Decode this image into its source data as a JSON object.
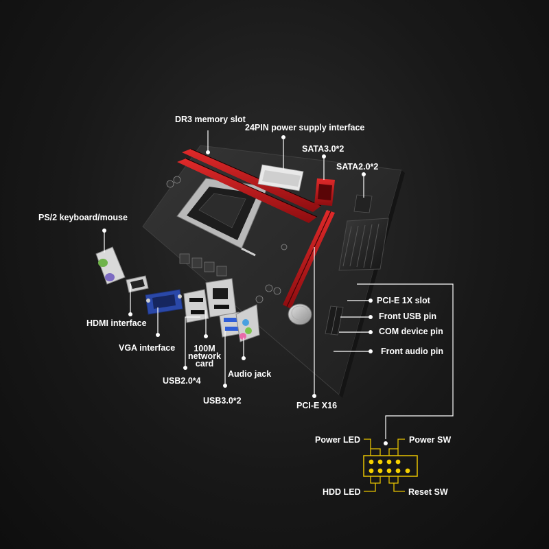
{
  "labels": {
    "ddr3_memory_slot": "DR3 memory slot",
    "power_24pin": "24PIN power supply interface",
    "sata3": "SATA3.0*2",
    "sata2": "SATA2.0*2",
    "ps2": "PS/2 keyboard/mouse",
    "hdmi": "HDMI interface",
    "vga": "VGA interface",
    "network_card": "100M network card",
    "usb2": "USB2.0*4",
    "usb3": "USB3.0*2",
    "audio_jack": "Audio jack",
    "pcie_x16": "PCI-E X16",
    "pcie_1x": "PCI-E 1X slot",
    "front_usb": "Front USB pin",
    "com_device": "COM device pin",
    "front_audio": "Front audio pin"
  },
  "front_panel": {
    "power_led": "Power LED",
    "power_sw": "Power SW",
    "hdd_led": "HDD LED",
    "reset_sw": "Reset SW",
    "pin_color": "#f5d000",
    "connector_color": "#e8c400"
  },
  "colors": {
    "background": "#161616",
    "pcb": "#2a2a2a",
    "slot_red": "#c4161c",
    "text": "#ffffff",
    "leader_line": "#ffffff"
  }
}
